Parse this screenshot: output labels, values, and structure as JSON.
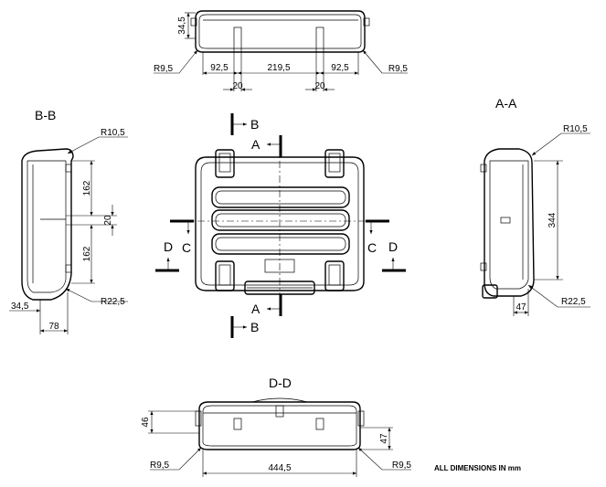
{
  "views": {
    "top": {
      "height": "34,5",
      "radius_left": "R9,5",
      "radius_right": "R9,5",
      "seg_left": "92,5",
      "seg_mid": "219,5",
      "seg_right": "92,5",
      "foot_left": "20",
      "foot_right": "20"
    },
    "section_bb": {
      "title": "B-B",
      "radius_top": "R10,5",
      "upper": "162",
      "gap": "20",
      "lower": "162",
      "radius_bottom": "R22,5",
      "offset": "34,5",
      "depth": "78"
    },
    "front": {
      "cut_a_top": "A",
      "cut_a_bottom": "A",
      "cut_b_top": "B",
      "cut_b_bottom": "B",
      "cut_c_left": "C",
      "cut_c_right": "C",
      "cut_d_left": "D",
      "cut_d_right": "D"
    },
    "section_aa": {
      "title": "A-A",
      "radius_top": "R10,5",
      "height": "344",
      "foot": "47",
      "radius_bottom": "R22,5"
    },
    "section_dd": {
      "title": "D-D",
      "height": "46",
      "foot": "47",
      "radius_left": "R9,5",
      "radius_right": "R9,5",
      "width": "444,5"
    }
  },
  "note": "ALL DIMENSIONS IN mm"
}
